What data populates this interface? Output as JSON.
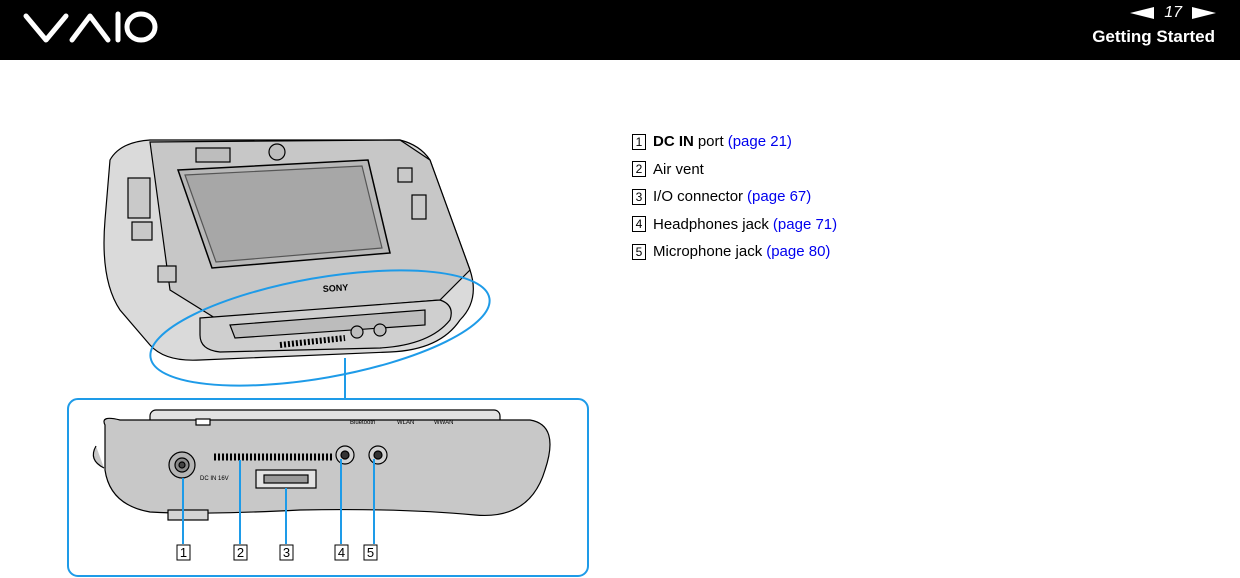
{
  "header": {
    "logo_alt": "VAIO",
    "page_number": "17",
    "section_title": "Getting Started"
  },
  "figure": {
    "brand_label": "SONY",
    "port_labels": {
      "dc_in": "DC IN 16V",
      "bluetooth": "Bluetooth",
      "wlan": "WLAN",
      "wwan": "WWAN"
    },
    "callouts": [
      "1",
      "2",
      "3",
      "4",
      "5"
    ]
  },
  "items": [
    {
      "num": "1",
      "bold": "DC IN",
      "text": "port",
      "link": "(page 21)"
    },
    {
      "num": "2",
      "bold": "",
      "text": "Air vent",
      "link": ""
    },
    {
      "num": "3",
      "bold": "",
      "text": "I/O connector",
      "link": "(page 67)"
    },
    {
      "num": "4",
      "bold": "",
      "text": "Headphones jack",
      "link": "(page 71)"
    },
    {
      "num": "5",
      "bold": "",
      "text": "Microphone jack",
      "link": "(page 80)"
    }
  ]
}
